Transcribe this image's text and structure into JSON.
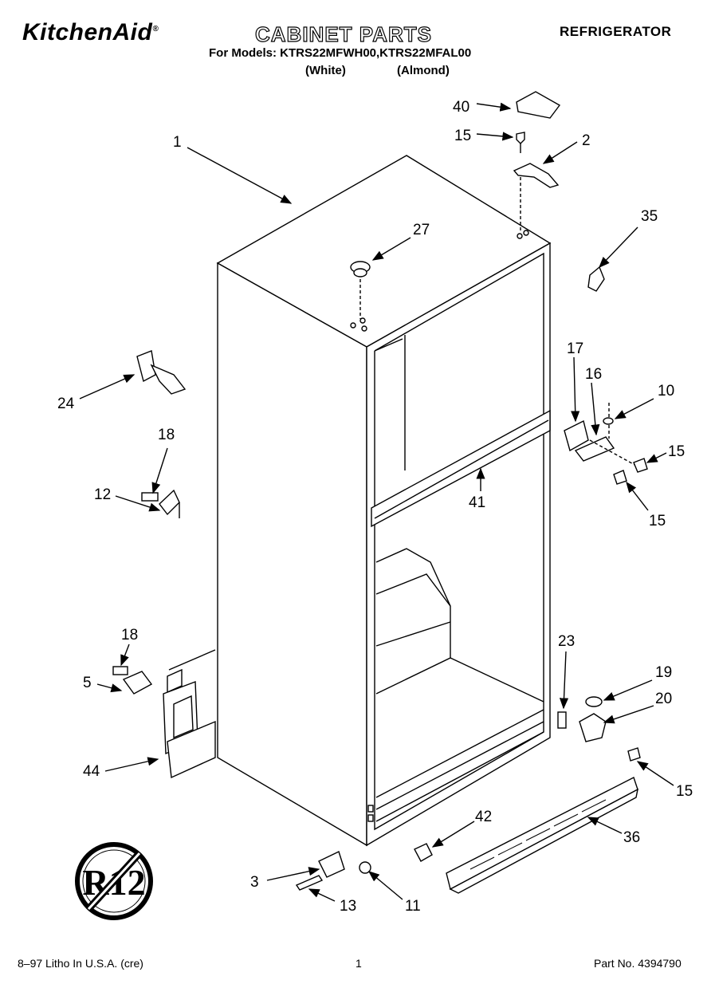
{
  "header": {
    "brand": "KitchenAid",
    "brand_mark": "®",
    "title": "CABINET PARTS",
    "appliance": "REFRIGERATOR",
    "models_line": "For Models: KTRS22MFWH00,KTRS22MFAL00",
    "variant_white": "(White)",
    "variant_almond": "(Almond)"
  },
  "callouts": [
    "40",
    "15",
    "2",
    "1",
    "35",
    "27",
    "24",
    "17",
    "16",
    "10",
    "15",
    "18",
    "12",
    "41",
    "15",
    "18",
    "23",
    "19",
    "5",
    "20",
    "44",
    "15",
    "42",
    "36",
    "3",
    "13",
    "11"
  ],
  "badge": {
    "text": "R12"
  },
  "footer": {
    "litho": "8–97 Litho In U.S.A. (cre)",
    "page": "1",
    "part_no": "Part No. 4394790"
  },
  "colors": {
    "ink": "#000000",
    "paper": "#ffffff"
  }
}
